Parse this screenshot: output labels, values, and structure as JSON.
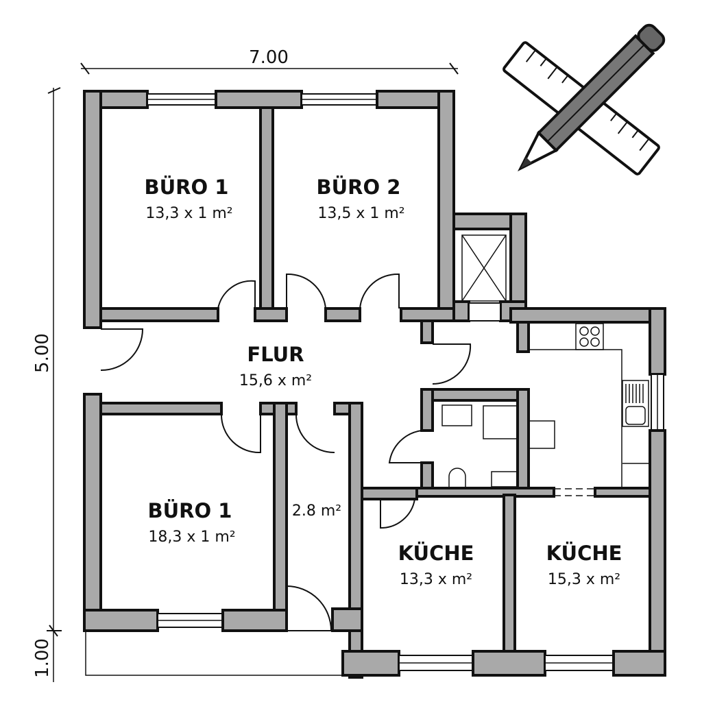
{
  "dimensions": {
    "width": "7.00",
    "height": "5.00",
    "extra": "1.00"
  },
  "rooms": [
    {
      "name": "BÜRO 1",
      "area": "13,3 x 1 m²"
    },
    {
      "name": "BÜRO 2",
      "area": "13,5 x 1 m²"
    },
    {
      "name": "FLUR",
      "area": "15,6 x m²"
    },
    {
      "name": "BÜRO 1",
      "area": "18,3 x 1 m²"
    },
    {
      "name": "",
      "area": "2.8 m²"
    },
    {
      "name": "KÜCHE",
      "area": "13,3 x m²"
    },
    {
      "name": "KÜCHE",
      "area": "15,3 x m²"
    }
  ],
  "icon": "ruler-pencil-icon",
  "colors": {
    "wall": "#a9a9a9",
    "line": "#111111"
  }
}
